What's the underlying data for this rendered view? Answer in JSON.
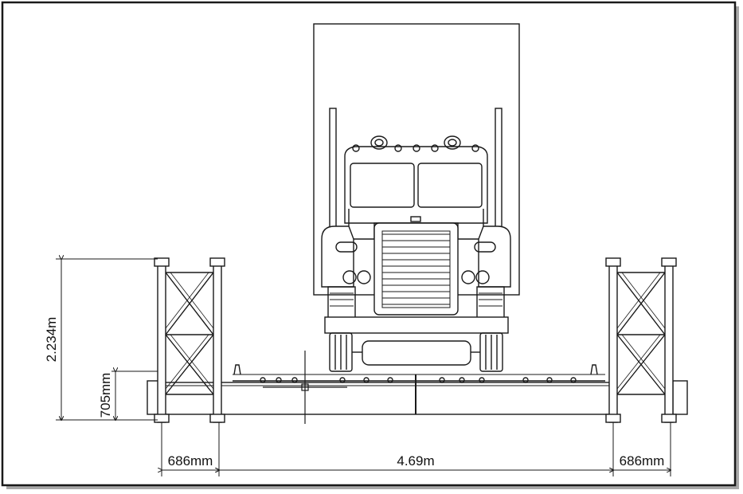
{
  "dimensions": {
    "height_total": "2.234m",
    "height_girder": "705mm",
    "width_left_truss": "686mm",
    "width_deck": "4.69m",
    "width_right_truss": "686mm"
  },
  "colors": {
    "line": "#1a1a1a",
    "background": "#ffffff",
    "frame_shadow": "#9a9a9a"
  },
  "cursor_icon": "crosshair-cursor-icon"
}
